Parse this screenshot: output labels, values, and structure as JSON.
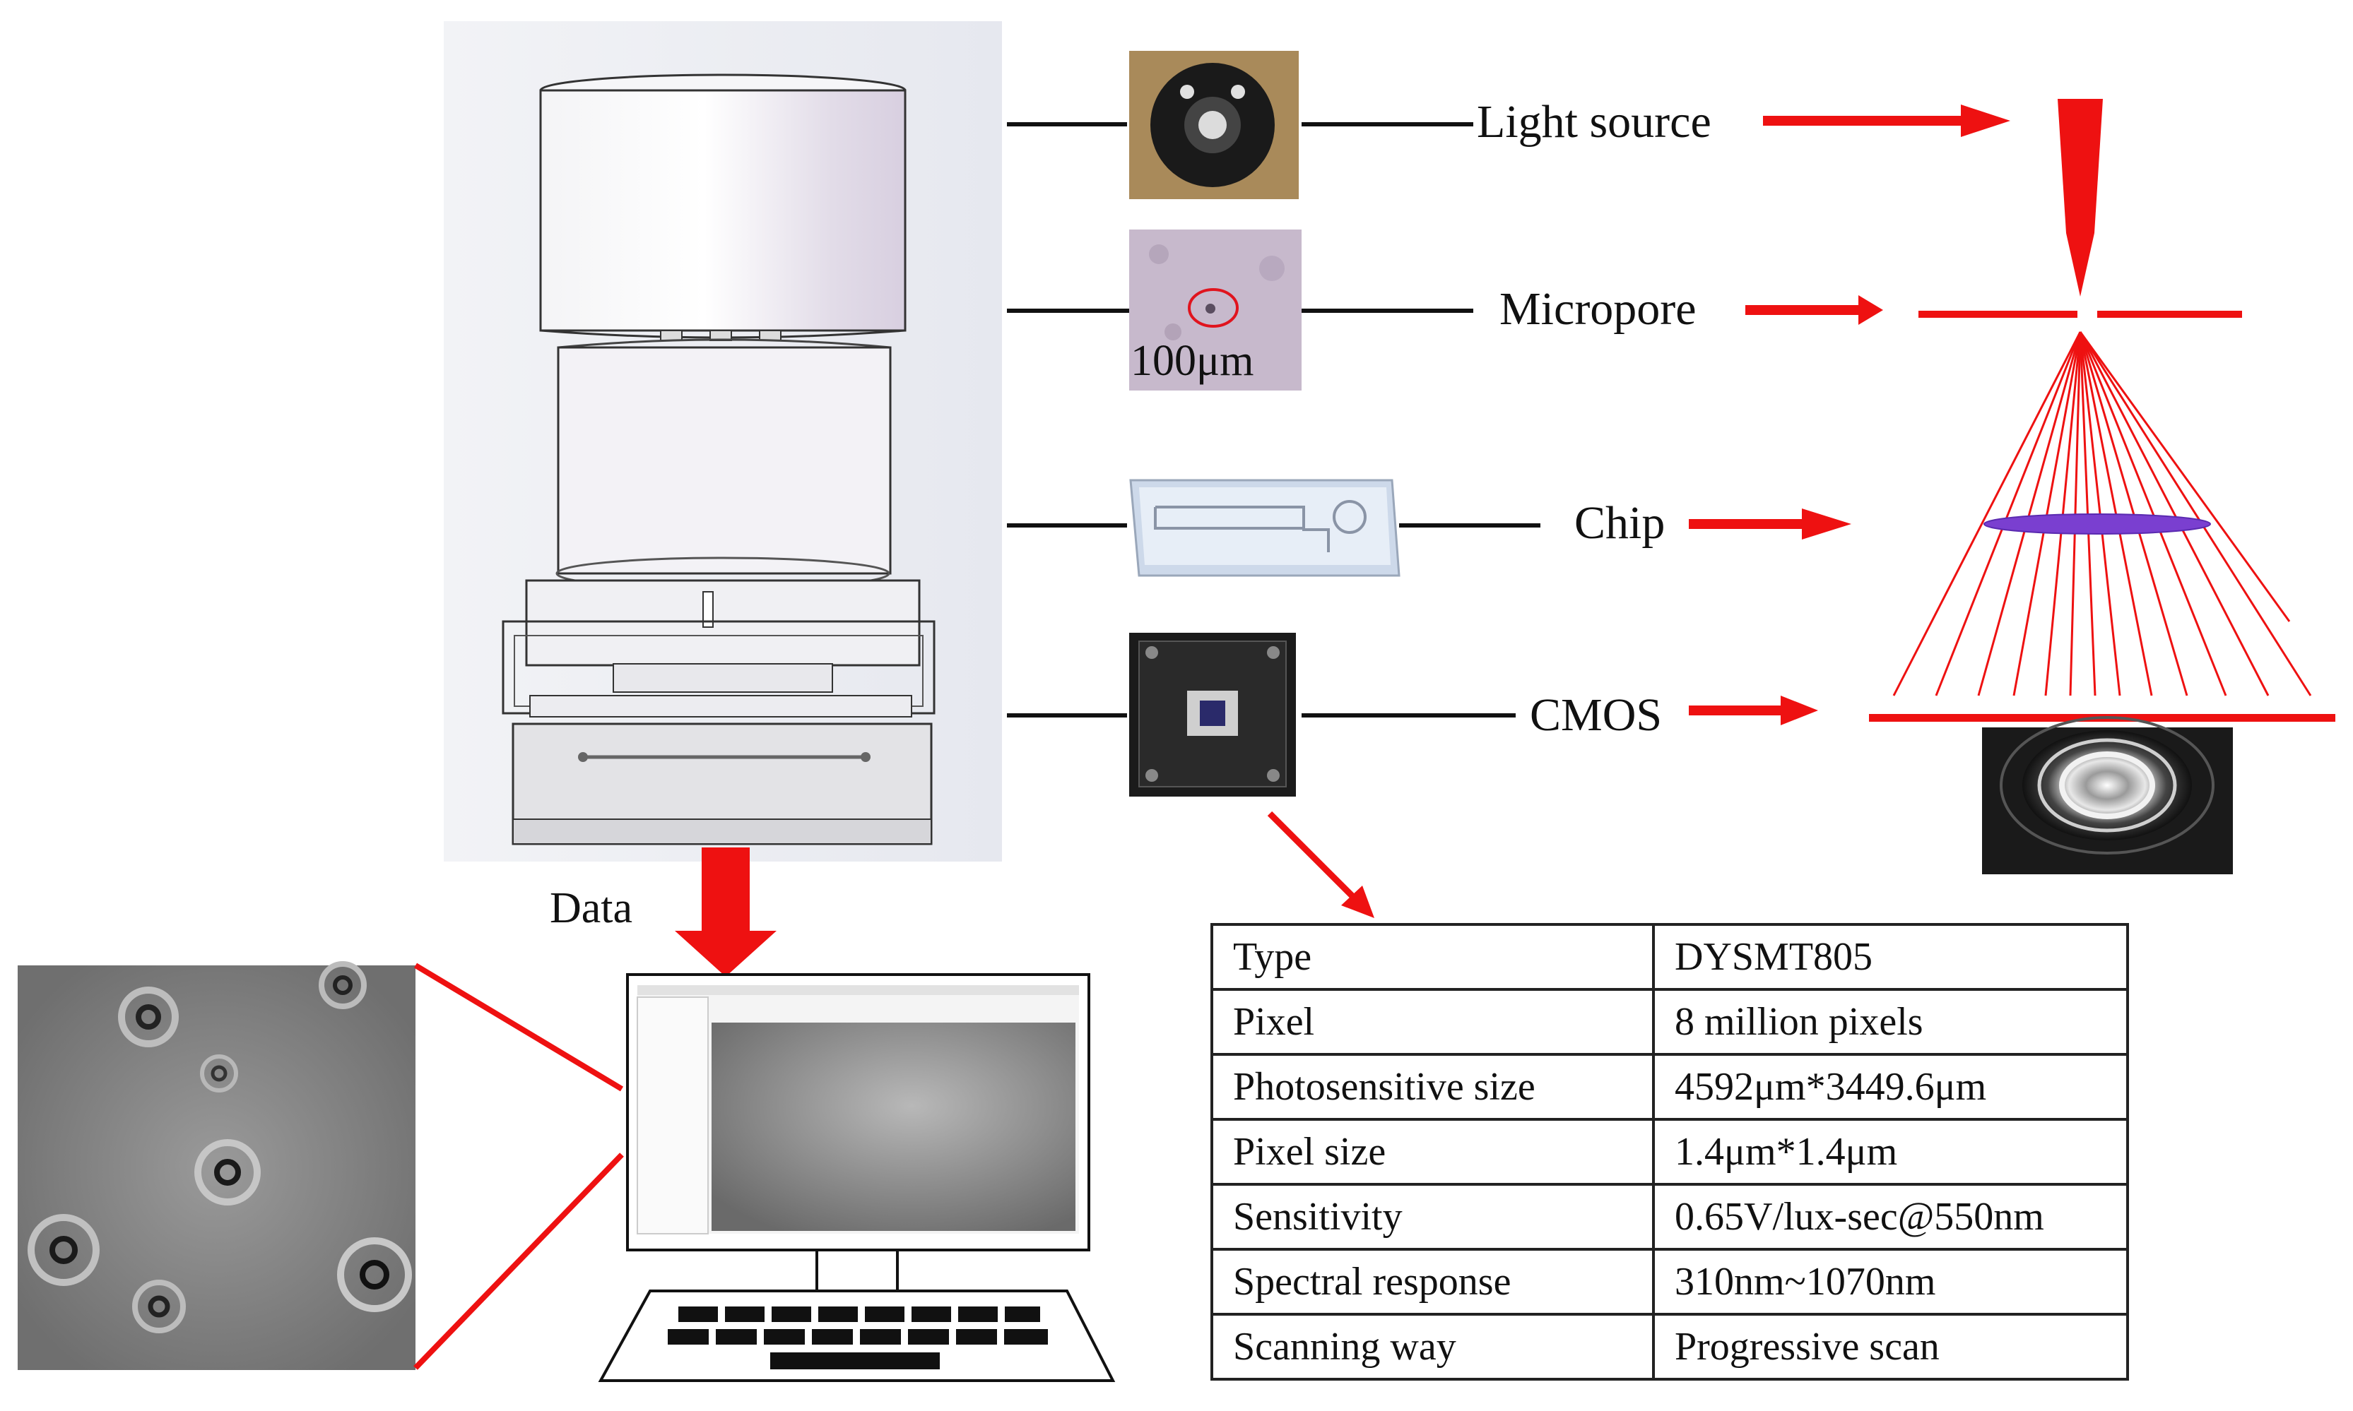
{
  "components": {
    "light_source": "Light source",
    "micropore": "Micropore",
    "chip": "Chip",
    "cmos": "CMOS"
  },
  "micropore_scale": "100μm",
  "data_label": "Data",
  "spec_table": [
    {
      "key": "Type",
      "value": "DYSMT805"
    },
    {
      "key": "Pixel",
      "value": "8 million pixels"
    },
    {
      "key": "Photosensitive size",
      "value": "4592μm*3449.6μm"
    },
    {
      "key": "Pixel size",
      "value": "1.4μm*1.4μm"
    },
    {
      "key": "Sensitivity",
      "value": "0.65V/lux-sec@550nm"
    },
    {
      "key": "Spectral response",
      "value": "310nm~1070nm"
    },
    {
      "key": "Scanning way",
      "value": "Progressive scan"
    }
  ],
  "colors": {
    "arrow": "#ee1111",
    "ray": "#ee1111",
    "chip_lens": "#7a3fd0",
    "line": "#111111"
  }
}
